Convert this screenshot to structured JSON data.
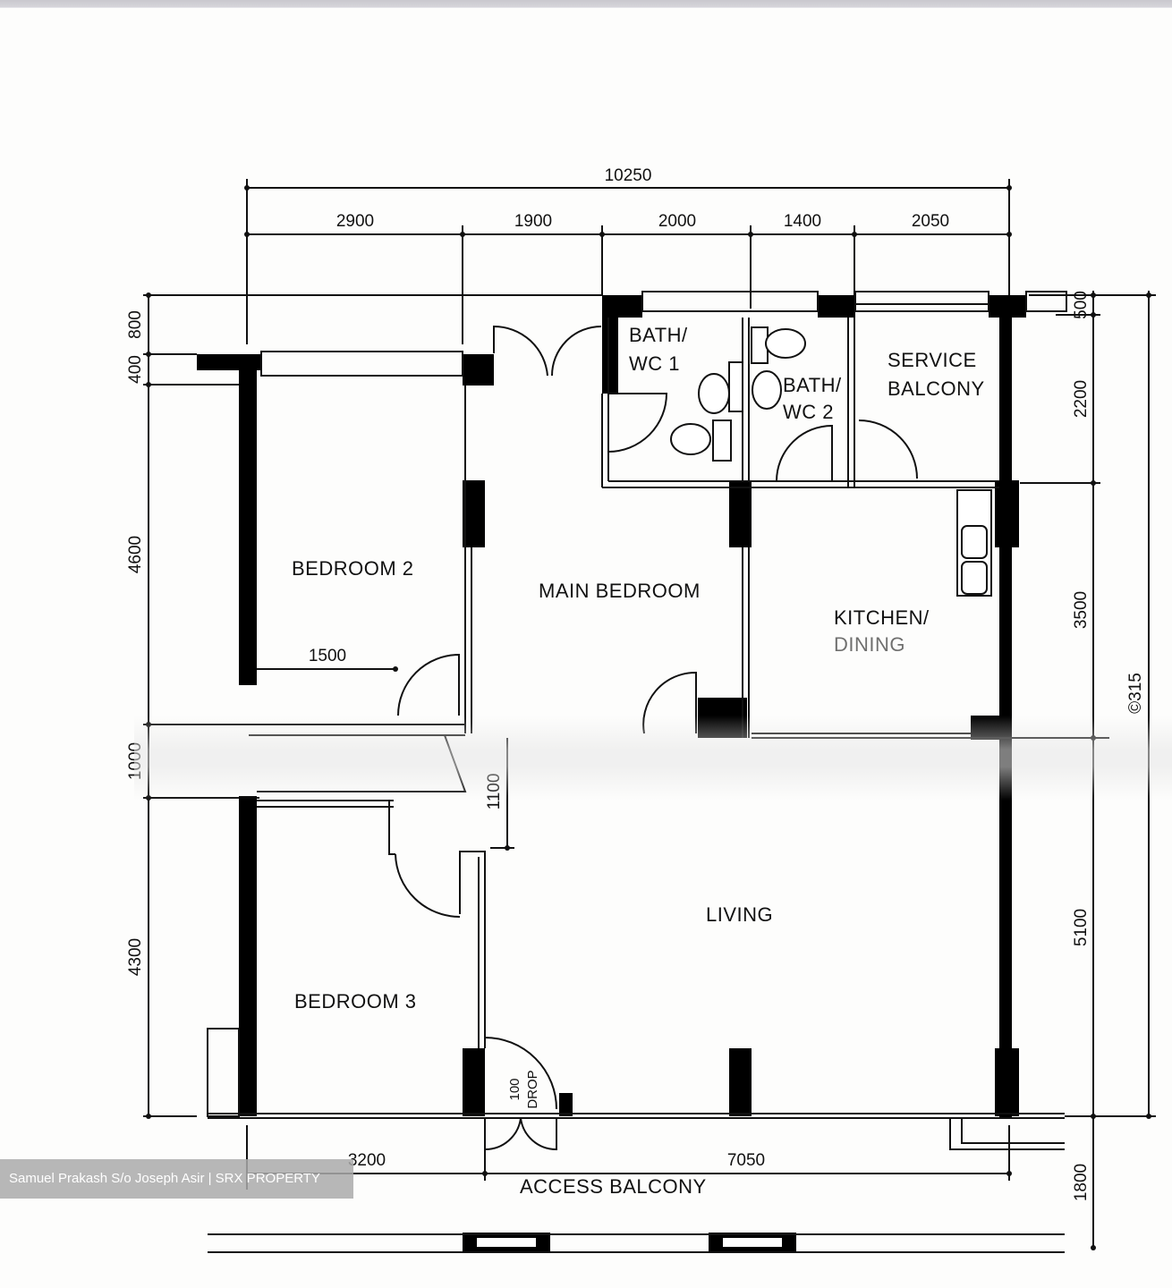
{
  "plan": {
    "overall_width_label": "10250",
    "top_dimensions": [
      "2900",
      "1900",
      "2000",
      "1400",
      "2050"
    ],
    "left_dimensions": [
      "800",
      "400",
      "4600",
      "1000",
      "4300"
    ],
    "right_dimensions": [
      "500",
      "2200",
      "3500",
      "5100",
      "1800"
    ],
    "right_overall_label": "©315",
    "bottom_dimensions": [
      "3200",
      "7050"
    ],
    "inner_dimensions": {
      "bedroom2_width": "1500",
      "corridor_height": "1100"
    },
    "drop_label": [
      "100",
      "DROP"
    ],
    "rooms": {
      "bath_wc_1": [
        "BATH/",
        "WC  1"
      ],
      "bath_wc_2": [
        "BATH/",
        "WC  2"
      ],
      "service_balcony": [
        "SERVICE",
        "BALCONY"
      ],
      "bedroom_2": "BEDROOM  2",
      "main_bedroom": "MAIN  BEDROOM",
      "kitchen_dining": [
        "KITCHEN/",
        "DINING"
      ],
      "living": "LIVING",
      "bedroom_3": "BEDROOM  3",
      "access_balcony": "ACCESS  BALCONY"
    }
  },
  "watermark": "Samuel Prakash S/o Joseph Asir | SRX PROPERTY"
}
